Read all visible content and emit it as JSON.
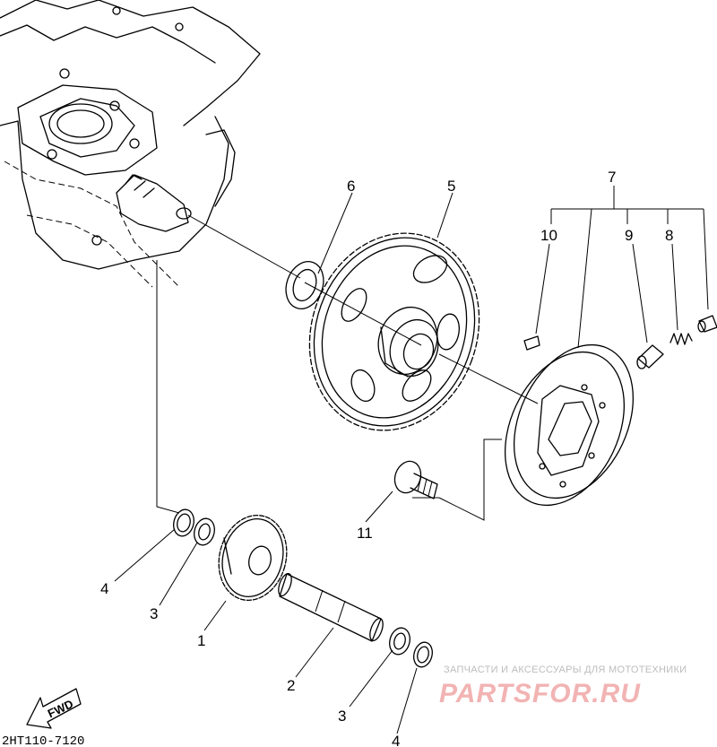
{
  "callouts": [
    {
      "id": "c1",
      "text": "1"
    },
    {
      "id": "c2",
      "text": "2"
    },
    {
      "id": "c3a",
      "text": "3"
    },
    {
      "id": "c3b",
      "text": "3"
    },
    {
      "id": "c4a",
      "text": "4"
    },
    {
      "id": "c4b",
      "text": "4"
    },
    {
      "id": "c5",
      "text": "5"
    },
    {
      "id": "c6",
      "text": "6"
    },
    {
      "id": "c7",
      "text": "7"
    },
    {
      "id": "c8",
      "text": "8"
    },
    {
      "id": "c9",
      "text": "9"
    },
    {
      "id": "c10",
      "text": "10"
    },
    {
      "id": "c11",
      "text": "11"
    }
  ],
  "diagram_code": "2HT110-7120",
  "direction_badge": "FWD",
  "watermark": {
    "caption": "ЗАПЧАСТИ И АКСЕССУАРЫ ДЛЯ МОТОТЕХНИКИ",
    "logo": "PARTSFOR.RU"
  },
  "colors": {
    "line": "#000000",
    "watermark_caption": "#bdbdbd",
    "watermark_logo": "#f2b3b3"
  }
}
